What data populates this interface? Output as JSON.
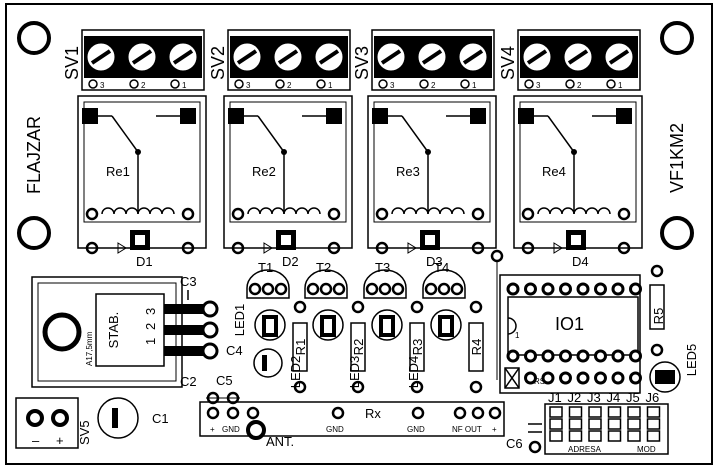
{
  "board": {
    "left_label": "FLAJZAR",
    "right_label": "VF1KM2"
  },
  "connectors": [
    {
      "name": "SV1",
      "pins": [
        "3",
        "2",
        "1"
      ]
    },
    {
      "name": "SV2",
      "pins": [
        "3",
        "2",
        "1"
      ]
    },
    {
      "name": "SV3",
      "pins": [
        "3",
        "2",
        "1"
      ]
    },
    {
      "name": "SV4",
      "pins": [
        "3",
        "2",
        "1"
      ]
    }
  ],
  "relays": [
    "Re1",
    "Re2",
    "Re3",
    "Re4"
  ],
  "diodes": [
    "D1",
    "D2",
    "D3",
    "D4"
  ],
  "transistors": [
    "T1",
    "T2",
    "T3",
    "T4"
  ],
  "leds": [
    "LED1",
    "LED2",
    "LED3",
    "LED4",
    "LED5"
  ],
  "resistors": [
    "R1",
    "R2",
    "R3",
    "R4",
    "R5"
  ],
  "capacitors": {
    "c1": "C1",
    "c2": "C2",
    "c3": "C3",
    "c4": "C4",
    "c5": "C5",
    "c6": "C6"
  },
  "regulator": {
    "label": "STAB.",
    "pins": [
      "1",
      "2",
      "3"
    ],
    "note": "A17,5mm"
  },
  "ic": {
    "label": "IO1",
    "pin1": "1",
    "resistor_pack": "RS"
  },
  "power": {
    "name": "SV5",
    "minus": "–",
    "plus": "+"
  },
  "rx": {
    "label": "Rx",
    "plus": "+",
    "gnd1": "GND",
    "gnd2": "GND",
    "gnd3": "GND",
    "nf_out": "NF OUT",
    "plus2": "+"
  },
  "antenna": "ANT.",
  "jumpers": {
    "labels": [
      "J1",
      "J2",
      "J3",
      "J4",
      "J5",
      "J6"
    ],
    "adresa": "ADRESA",
    "mod": "MOD"
  }
}
